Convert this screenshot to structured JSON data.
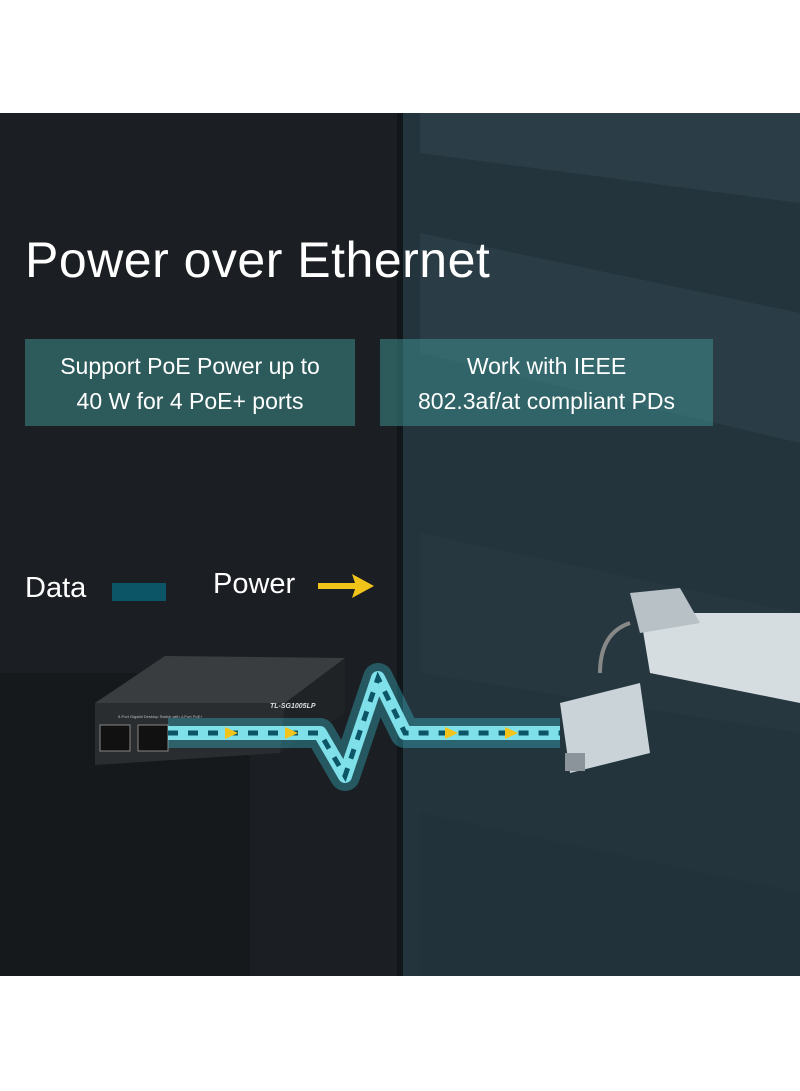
{
  "title": "Power over Ethernet",
  "features": [
    {
      "line1": "Support PoE Power up to",
      "line2": "40 W for 4 PoE+ ports"
    },
    {
      "line1": "Work with IEEE",
      "line2": "802.3af/at compliant PDs"
    }
  ],
  "legend": {
    "data_label": "Data",
    "power_label": "Power",
    "data_color": "#0c5566",
    "power_color": "#f2c318"
  },
  "device": {
    "model": "TL-SG1005LP",
    "description": "5-Port Gigabit Desktop Switch with 4-Port PoE+"
  }
}
